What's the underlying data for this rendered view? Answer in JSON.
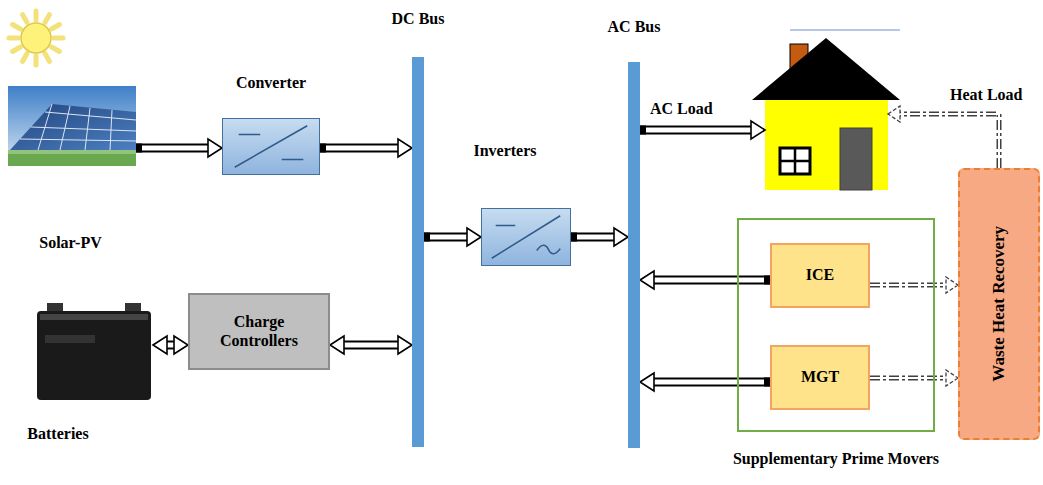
{
  "diagram": {
    "nodes": [
      {
        "text": [
          "Solar-PV"
        ]
      },
      {
        "text": [
          "Converter"
        ]
      },
      {
        "text": [
          "Batteries"
        ]
      },
      {
        "text": [
          "Charge Controllers"
        ]
      },
      {
        "text": [
          "DC Bus"
        ]
      },
      {
        "text": [
          "Inverters"
        ]
      },
      {
        "text": [
          "AC Bus"
        ]
      },
      {
        "text": []
      },
      {
        "text": [
          "Supplementary Prime Movers"
        ]
      },
      {
        "text": [
          "ICE"
        ],
        "in": 8
      },
      {
        "text": [
          "MGT"
        ],
        "in": 8
      },
      {
        "text": [
          "Waste Heat Recovery"
        ]
      }
    ],
    "edges": [
      {
        "from": 0,
        "to": 1,
        "arrow": "to"
      },
      {
        "from": 1,
        "to": 4,
        "arrow": "to"
      },
      {
        "from": 4,
        "to": 5,
        "arrow": "to"
      },
      {
        "from": 5,
        "to": 6,
        "arrow": "to"
      },
      {
        "from": 2,
        "to": 3,
        "arrow": "both"
      },
      {
        "from": 3,
        "to": 4,
        "arrow": "both"
      },
      {
        "from": 6,
        "to": 7,
        "arrow": "to",
        "label": "AC Load"
      },
      {
        "from": 9,
        "to": 6,
        "arrow": "to"
      },
      {
        "from": 10,
        "to": 6,
        "arrow": "to"
      },
      {
        "from": 9,
        "to": 11,
        "arrow": "to"
      },
      {
        "from": 10,
        "to": 11,
        "arrow": "to"
      },
      {
        "from": 11,
        "to": 7,
        "arrow": "to",
        "label": "Heat Load"
      }
    ]
  }
}
